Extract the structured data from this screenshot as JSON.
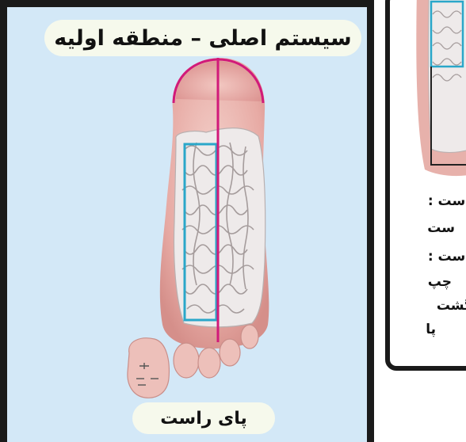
{
  "main_panel": {
    "title": "سیستم اصلی – منطقه اولیه",
    "caption": "پای راست"
  },
  "side_panel": {
    "lines": [
      "دست :",
      "ست",
      "دست :",
      "چپ",
      "گشت",
      "پا"
    ]
  },
  "colors": {
    "panel_background": "#d3e8f7",
    "pill_background": "#f6f9ec",
    "frame": "#1a1a1a",
    "midline": "#d11a7a",
    "zone_outline": "#2aa7c9",
    "skin": "#e9b3ac"
  }
}
